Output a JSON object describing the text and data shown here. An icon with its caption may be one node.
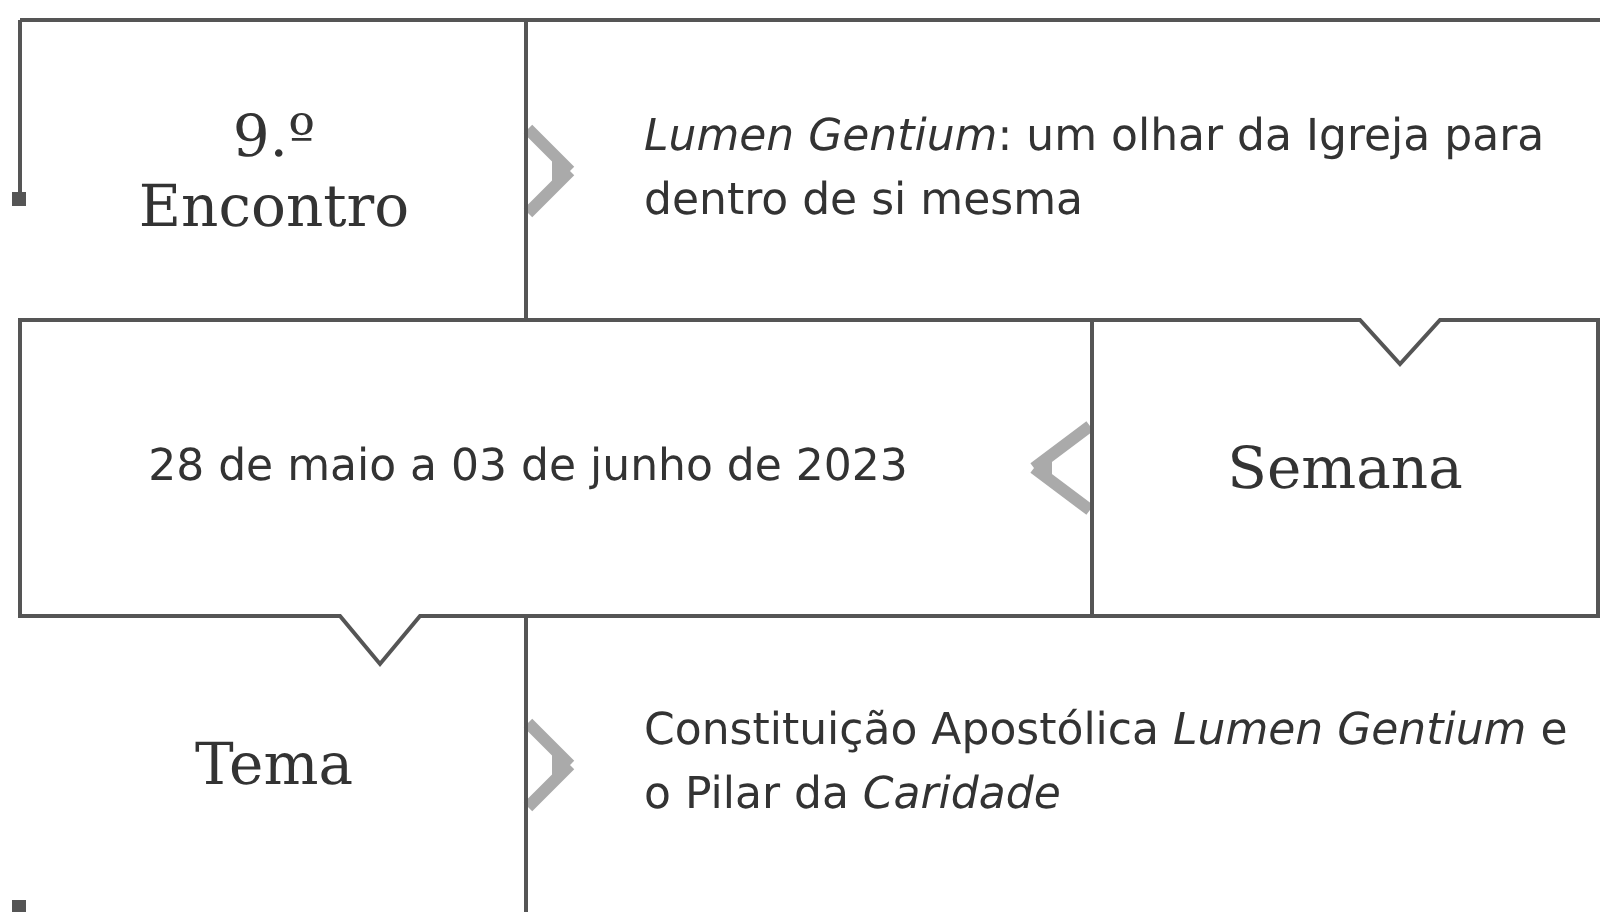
{
  "diagram": {
    "nodes": [
      {
        "text": [
          "9.º Encontro"
        ]
      },
      {
        "text": [
          "*Lumen Gentium*: um olhar da Igreja para dentro de si mesma"
        ]
      },
      {
        "text": [
          "28 de maio a 03 de junho de 2023"
        ]
      },
      {
        "text": [
          "Semana"
        ]
      },
      {
        "text": [
          "Tema"
        ]
      },
      {
        "text": [
          "Constituição Apostólica *Lumen Gentium* e o Pilar da *Caridade*"
        ]
      }
    ],
    "edges": [
      {
        "from": 0,
        "to": 1,
        "arrow": "to"
      },
      {
        "from": 3,
        "to": 2,
        "arrow": "to"
      },
      {
        "from": 4,
        "to": 5,
        "arrow": "to"
      }
    ]
  }
}
